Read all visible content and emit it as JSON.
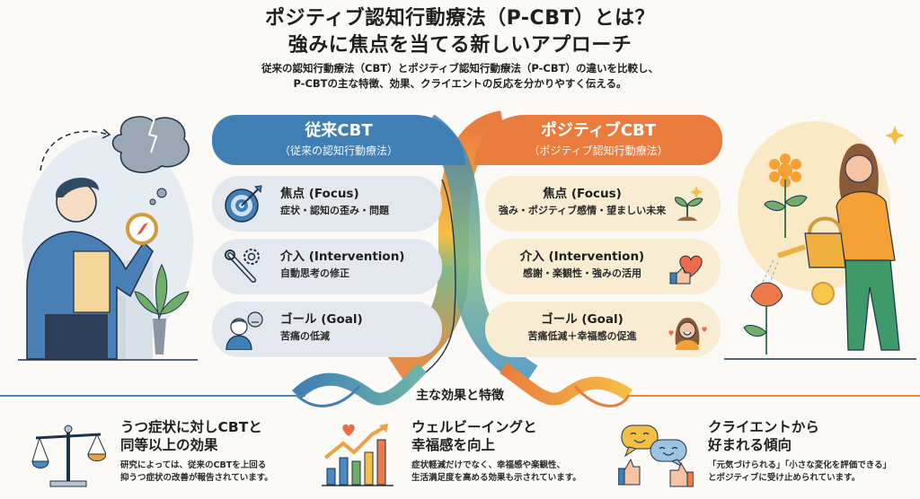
{
  "title": {
    "line1": "ポジティブ認知行動療法（P-CBT）とは？",
    "line2": "強みに焦点を当てる新しいアプローチ",
    "subtitle_line1": "従来の認知行動療法（CBT）とポジティブ認知行動療法（P-CBT）の違いを比較し、",
    "subtitle_line2": "P-CBTの主な特徴、効果、クライエントの反応を分かりやすく伝える。"
  },
  "colors": {
    "cbt_blue": "#3f7fb3",
    "pcbt_orange": "#ea7d3e",
    "cbt_card": "#e3e8ee",
    "pcbt_card": "#f8ecd2",
    "green": "#7fb986",
    "yellow": "#f5be45"
  },
  "comparison": {
    "left": {
      "header": "従来CBT",
      "subheader": "（従来の認知行動療法）",
      "items": [
        {
          "icon": "target-icon",
          "title": "焦点 (Focus)",
          "desc": "症状・認知の歪み・問題"
        },
        {
          "icon": "wrench-gear-icon",
          "title": "介入 (Intervention)",
          "desc": "自動思考の修正"
        },
        {
          "icon": "neutral-person-icon",
          "title": "ゴール (Goal)",
          "desc": "苦痛の低減"
        }
      ]
    },
    "right": {
      "header": "ポジティブCBT",
      "subheader": "（ポジティブ認知行動療法）",
      "items": [
        {
          "icon": "sprout-icon",
          "title": "焦点 (Focus)",
          "desc": "強み・ポジティブ感情・望ましい未来"
        },
        {
          "icon": "heart-thumbs-up-icon",
          "title": "介入 (Intervention)",
          "desc": "感謝・楽観性・強みの活用"
        },
        {
          "icon": "smiling-woman-icon",
          "title": "ゴール (Goal)",
          "desc": "苦痛低減＋幸福感の促進"
        }
      ]
    }
  },
  "effects": {
    "heading": "主な効果と特徴",
    "items": [
      {
        "icon": "balance-scale-icon",
        "title_line1": "うつ症状に対しCBTと",
        "title_line2": "同等以上の効果",
        "desc_line1": "研究によっては、従来のCBTを上回る",
        "desc_line2": "抑うつ症状の改善が報告されています。"
      },
      {
        "icon": "rising-chart-icon",
        "title_line1": "ウェルビーイングと",
        "title_line2": "幸福感を向上",
        "desc_line1": "症状軽減だけでなく、幸福感や楽観性、",
        "desc_line2": "生活満足度を高める効果も示されています。"
      },
      {
        "icon": "chat-thumbs-up-icon",
        "title_line1": "クライエントから",
        "title_line2": "好まれる傾向",
        "desc_line1": "「元気づけられる」「小さな変化を評価できる」",
        "desc_line2": "とポジティブに受け止められています。"
      }
    ]
  }
}
